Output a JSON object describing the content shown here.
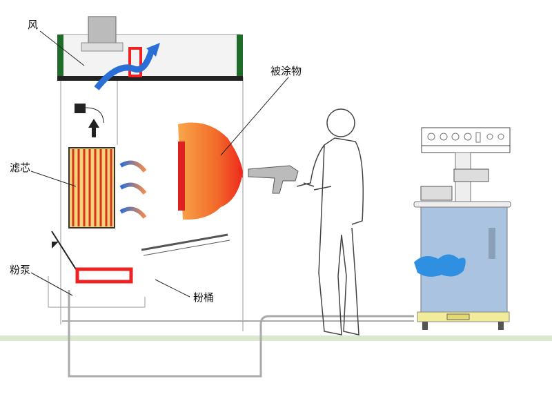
{
  "labels": {
    "wind": "风",
    "workpiece": "被涂物",
    "filter": "滤芯",
    "powder_pump": "粉泵",
    "powder_bucket": "粉桶"
  },
  "colors": {
    "booth_green": "#1f6b2a",
    "ground": "#d9e8cf",
    "flame_orange": "#f5872a",
    "flame_red": "#ee2a1e",
    "powder_blue": "#2f8fe0",
    "tank_blue": "#a9c3e0",
    "base_yellow": "#f2ec9a",
    "airflow_blue": "#2a6fd6"
  }
}
